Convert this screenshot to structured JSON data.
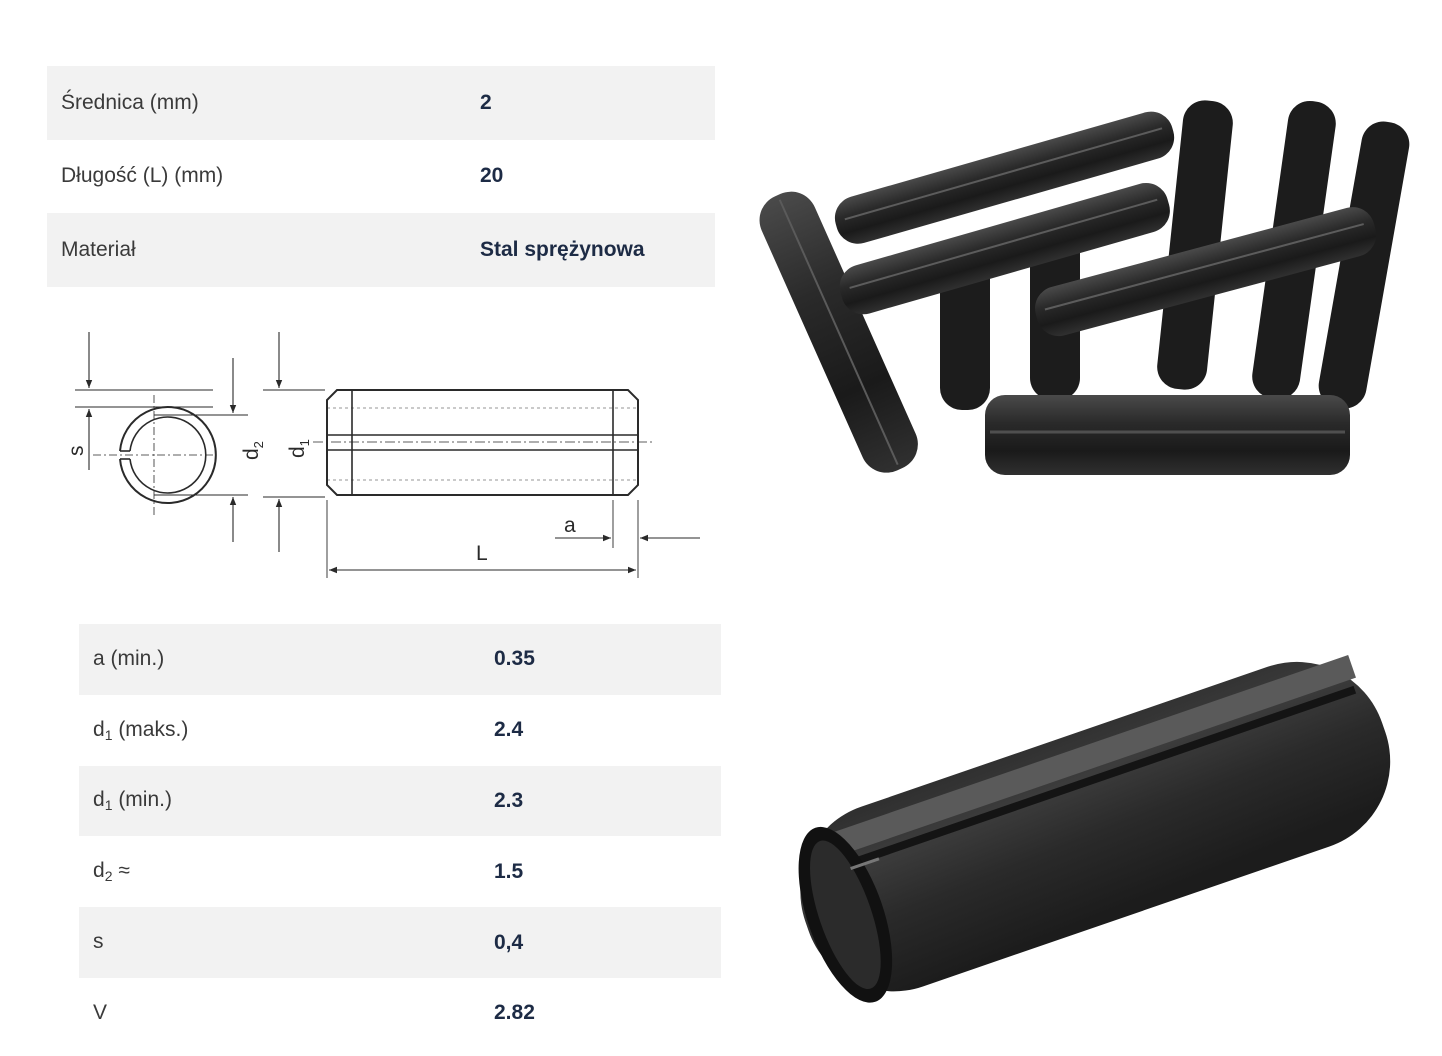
{
  "top_specs": [
    {
      "label": "Średnica (mm)",
      "value": "2"
    },
    {
      "label": "Długość (L) (mm)",
      "value": "20"
    },
    {
      "label": "Materiał",
      "value": "Stal sprężynowa"
    }
  ],
  "drawing": {
    "labels": {
      "s": "s",
      "d2_base": "d",
      "d2_sub": "2",
      "d1_base": "d",
      "d1_sub": "1",
      "a": "a",
      "L": "L"
    }
  },
  "bottom_specs": [
    {
      "base": "a",
      "sub": "",
      "suffix": " (min.)",
      "value": "0.35"
    },
    {
      "base": "d",
      "sub": "1",
      "suffix": " (maks.)",
      "value": "2.4"
    },
    {
      "base": "d",
      "sub": "1",
      "suffix": " (min.)",
      "value": "2.3"
    },
    {
      "base": "d",
      "sub": "2",
      "suffix": " ≈",
      "value": "1.5"
    },
    {
      "base": "s",
      "sub": "",
      "suffix": "",
      "value": "0,4"
    },
    {
      "base": "V",
      "sub": "",
      "suffix": "",
      "value": "2.82"
    }
  ]
}
